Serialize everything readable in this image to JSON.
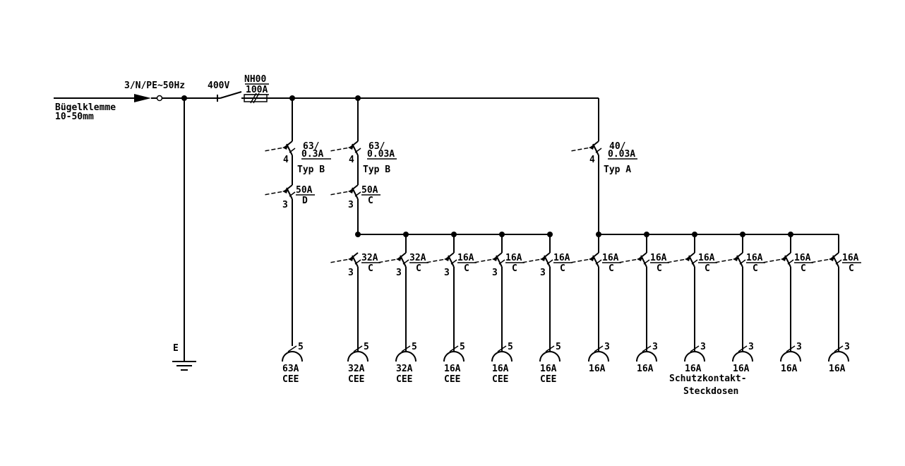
{
  "supply": {
    "terminal_label": "Bügelklemme",
    "terminal_size": "10-50mm",
    "system": "3/N/PE~50Hz",
    "voltage": "400V",
    "fuse_type": "NH00",
    "fuse_rating": "100A",
    "earth_label": "E"
  },
  "rcds": [
    {
      "rating": "63/",
      "sensitivity": "0.3A",
      "type": "Typ B",
      "poles": "4"
    },
    {
      "rating": "63/",
      "sensitivity": "0.03A",
      "type": "Typ B",
      "poles": "4"
    },
    {
      "rating": "40/",
      "sensitivity": "0.03A",
      "type": "Typ A",
      "poles": "4"
    }
  ],
  "mcbs": [
    {
      "rating": "50A",
      "curve": "D",
      "poles": "3"
    },
    {
      "rating": "50A",
      "curve": "C",
      "poles": "3"
    },
    {
      "rating": "32A",
      "curve": "C",
      "poles": "3"
    },
    {
      "rating": "32A",
      "curve": "C",
      "poles": "3"
    },
    {
      "rating": "16A",
      "curve": "C",
      "poles": "3"
    },
    {
      "rating": "16A",
      "curve": "C",
      "poles": "3"
    },
    {
      "rating": "16A",
      "curve": "C",
      "poles": "3"
    },
    {
      "rating": "16A",
      "curve": "C",
      "poles": ""
    },
    {
      "rating": "16A",
      "curve": "C",
      "poles": ""
    },
    {
      "rating": "16A",
      "curve": "C",
      "poles": ""
    },
    {
      "rating": "16A",
      "curve": "C",
      "poles": ""
    },
    {
      "rating": "16A",
      "curve": "C",
      "poles": ""
    },
    {
      "rating": "16A",
      "curve": "C",
      "poles": ""
    }
  ],
  "sockets": [
    {
      "poles": "5",
      "rating": "63A",
      "type": "CEE"
    },
    {
      "poles": "5",
      "rating": "32A",
      "type": "CEE"
    },
    {
      "poles": "5",
      "rating": "32A",
      "type": "CEE"
    },
    {
      "poles": "5",
      "rating": "16A",
      "type": "CEE"
    },
    {
      "poles": "5",
      "rating": "16A",
      "type": "CEE"
    },
    {
      "poles": "5",
      "rating": "16A",
      "type": "CEE"
    },
    {
      "poles": "3",
      "rating": "16A",
      "type": ""
    },
    {
      "poles": "3",
      "rating": "16A",
      "type": ""
    },
    {
      "poles": "3",
      "rating": "16A",
      "type": ""
    },
    {
      "poles": "3",
      "rating": "16A",
      "type": ""
    },
    {
      "poles": "3",
      "rating": "16A",
      "type": ""
    },
    {
      "poles": "3",
      "rating": "16A",
      "type": ""
    }
  ],
  "schuko_note": [
    "Schutzkontakt-",
    "Steckdosen"
  ]
}
